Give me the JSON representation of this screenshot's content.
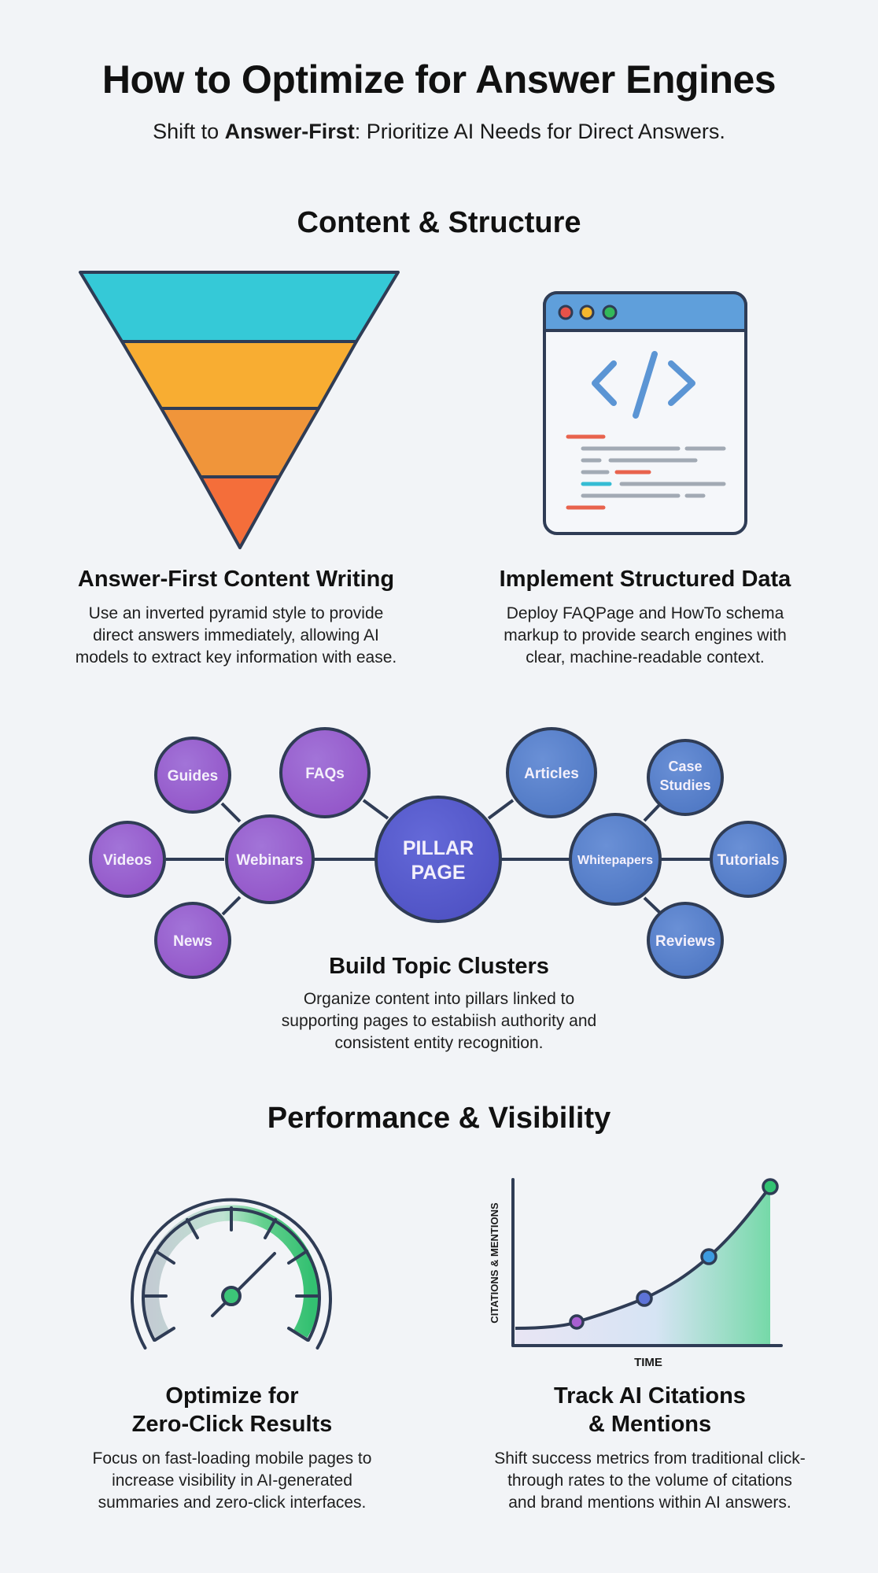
{
  "header": {
    "title": "How to Optimize for Answer Engines",
    "subtitle_prefix": "Shift to ",
    "subtitle_bold": "Answer-First",
    "subtitle_suffix": ": Prioritize AI Needs for Direct Answers."
  },
  "sections": [
    {
      "title": "Content & Structure",
      "cards": [
        {
          "icon": "inverted-pyramid-icon",
          "title": "Answer-First Content Writing",
          "description_lines": [
            "Use an inverted pyramid style to provide",
            "direct answers immediately, allowing AI",
            "models to extract key information with ease."
          ]
        },
        {
          "icon": "code-window-icon",
          "title": "Implement Structured Data",
          "description_lines": [
            "Deploy FAQPage and HowTo schema",
            "markup to provide search engines with",
            "clear, machine-readable context."
          ]
        }
      ],
      "topic_cluster": {
        "title": "Build Topic Clusters",
        "description_lines": [
          "Organize content into pillars linked to",
          "supporting pages to estabiish authority and",
          "consistent entity recognition."
        ],
        "center_node": {
          "line1": "PILLAR",
          "line2": "PAGE"
        },
        "nodes": {
          "guides": "Guides",
          "faqs": "FAQs",
          "videos": "Videos",
          "webinars": "Webinars",
          "news": "News",
          "articles": "Articles",
          "case_studies_1": "Case",
          "case_studies_2": "Studies",
          "whitepapers": "Whitepapers",
          "tutorials": "Tutorials",
          "reviews": "Reviews"
        }
      }
    },
    {
      "title": "Performance & Visibility",
      "cards": [
        {
          "icon": "speedometer-icon",
          "title_lines": [
            "Optimize for",
            "Zero-Click Results"
          ],
          "description_lines": [
            "Focus on fast-loading mobile pages to",
            "increase visibility in AI-generated",
            "summaries and zero-click interfaces."
          ]
        },
        {
          "icon": "growth-chart-icon",
          "title_lines": [
            "Track AI Citations",
            "& Mentions"
          ],
          "description_lines": [
            "Shift success metrics from traditional click-",
            "through rates to the volume of citations",
            "and brand mentions within AI answers."
          ],
          "chart": {
            "ylabel": "CITATIONS & MENTIONS",
            "xlabel": "TIME"
          }
        }
      ]
    }
  ],
  "colors": {
    "background": "#f2f4f7",
    "outline": "#2f3c55",
    "pyramid": [
      "#35c9d7",
      "#f8ad32",
      "#f0953a",
      "#f46e3a"
    ],
    "purple_node": "#9a63d0",
    "pillar_node": "#5a5fcf",
    "blue_node": "#5b86cf",
    "gauge_green": "#3cc478",
    "chart_green": "#35c67a"
  }
}
